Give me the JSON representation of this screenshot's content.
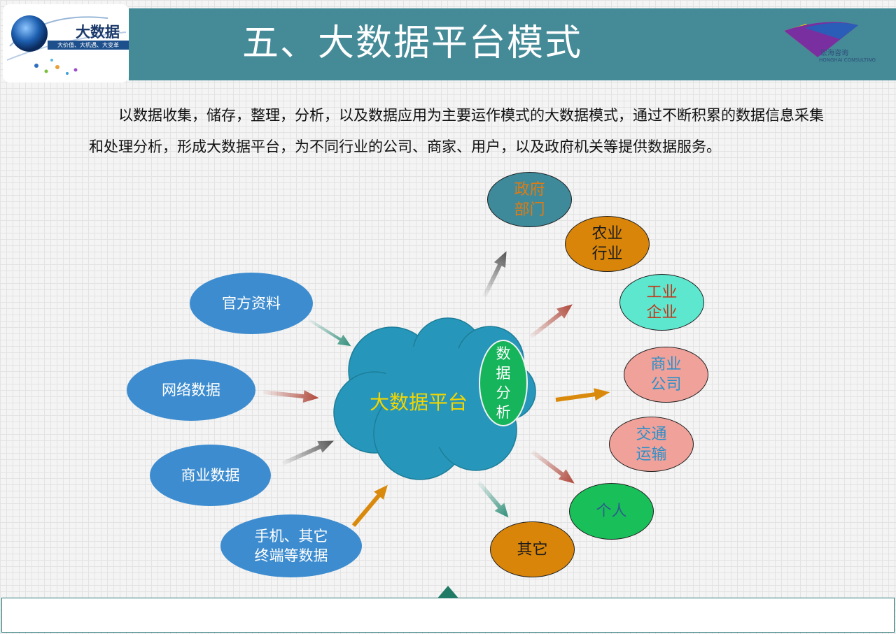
{
  "header": {
    "title": "五、大数据平台模式",
    "logo_title": "大数据",
    "logo_tagline": "大价值、大机遇、大变革",
    "brand_name": "宏海咨询",
    "brand_sub": "HONGHAI CONSULTING"
  },
  "intro": {
    "text": "以数据收集，储存，整理，分析，以及数据应用为主要运作模式的大数据模式，通过不断积累的数据信息采集和处理分析，形成大数据平台，为不同行业的公司、商家、用户，以及政府机关等提供数据服务。"
  },
  "diagram": {
    "center": "大数据平台",
    "analysis": "数据分析",
    "sources": [
      {
        "label": "官方资料"
      },
      {
        "label": "网络数据"
      },
      {
        "label": "商业数据"
      },
      {
        "label": "手机、其它\n终端等数据"
      }
    ],
    "targets": [
      {
        "label": "政府\n部门",
        "fill": "#3e8a9a",
        "text_color": "#e07b12"
      },
      {
        "label": "农业\n行业",
        "fill": "#d9850a",
        "text_color": "#1a1a1a"
      },
      {
        "label": "工业\n企业",
        "fill": "#5ee7cf",
        "text_color": "#c0391d"
      },
      {
        "label": "商业\n公司",
        "fill": "#f0a29a",
        "text_color": "#2c8fc8"
      },
      {
        "label": "交通\n运输",
        "fill": "#f0a29a",
        "text_color": "#2c8fc8"
      },
      {
        "label": "个人",
        "fill": "#19c05a",
        "text_color": "#2c5f8a"
      },
      {
        "label": "其它",
        "fill": "#d9850a",
        "text_color": "#1a1a1a"
      }
    ]
  }
}
